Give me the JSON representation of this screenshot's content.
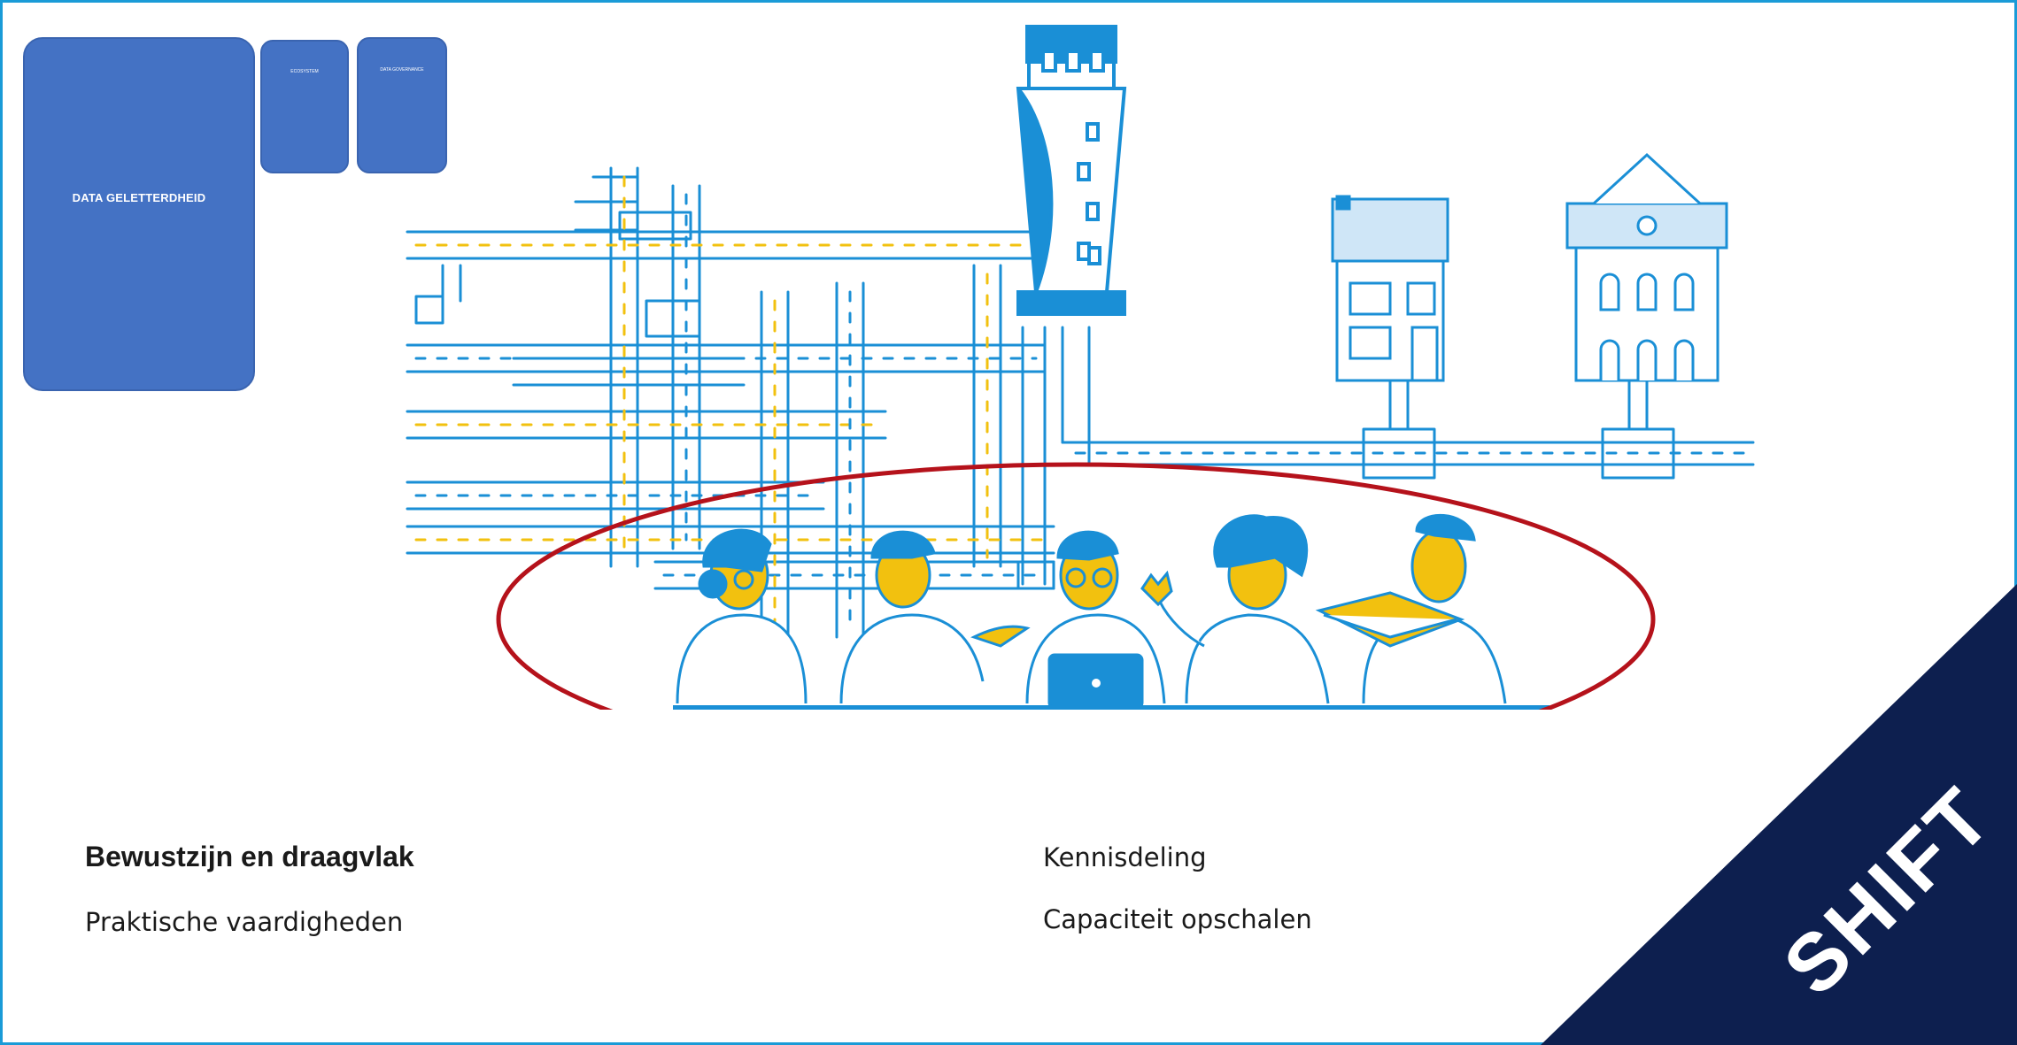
{
  "cards": {
    "big": "DATA GELETTERDHEID",
    "small1": "ECOSYSTEM",
    "small2": "DATA GOVERNANCE"
  },
  "left_column": {
    "heading": "Bewustzijn en draagvlak",
    "line": "Praktische vaardigheden"
  },
  "right_column": {
    "line1": "Kennisdeling",
    "line2": "Capaciteit opschalen"
  },
  "logo": {
    "text": "SHIFT"
  },
  "colors": {
    "frame": "#1a9bd7",
    "card": "#4472c4",
    "pipe_blue": "#1a8fd6",
    "pipe_yellow": "#f2c10f",
    "ellipse": "#b5121b",
    "banner": "#0d1f4f"
  },
  "icons": {
    "illustration": "water-network-with-people-illustration",
    "logo": "shift-banner"
  }
}
